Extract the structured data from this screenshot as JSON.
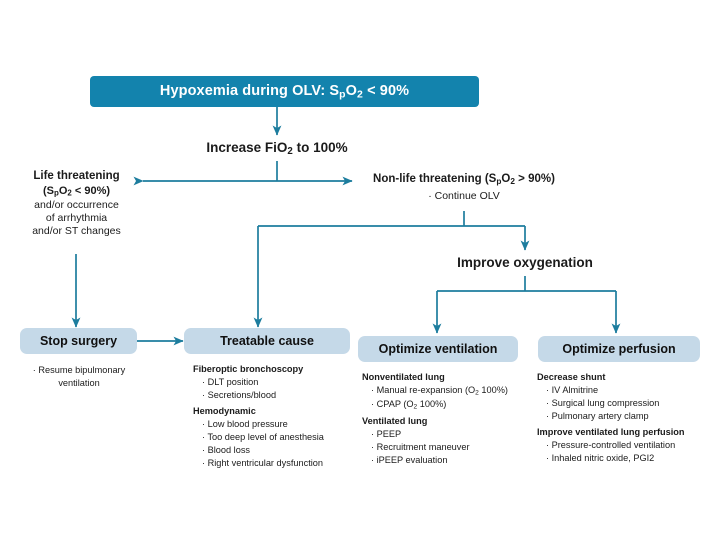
{
  "diagram": {
    "title": "Hypoxemia during OLV management algorithm",
    "colors": {
      "header_fill": "#1383ad",
      "pill_fill": "#c5d9e8",
      "connector": "#1d7d9e",
      "text": "#1b1b1b",
      "header_text": "#ffffff"
    },
    "header": {
      "label": "Hypoxemia during OLV:  SpO2 < 90%",
      "parts": {
        "lead": "Hypoxemia during OLV:  S",
        "sub1": "p",
        "mid": "O",
        "sub2": "2",
        "tail": " < 90%"
      }
    },
    "step_increase_fio2": {
      "parts": {
        "lead": "Increase FiO",
        "sub": "2",
        "tail": " to 100%"
      }
    },
    "branch_left": {
      "title": "Life threatening",
      "subtitle_parts": {
        "lead": "(S",
        "sub1": "p",
        "mid": "O",
        "sub2": "2",
        "tail": " < 90%)"
      },
      "lines": [
        "and/or occurrence",
        "of arrhythmia",
        "and/or ST changes"
      ]
    },
    "branch_right": {
      "title_parts": {
        "lead": "Non-life threatening (S",
        "sub1": "p",
        "mid": "O",
        "sub2": "2",
        "tail": " > 90%)"
      },
      "items": [
        "· Continue OLV"
      ]
    },
    "step_improve_oxygenation": {
      "label": "Improve oxygenation"
    },
    "boxes": [
      {
        "id": "stop-surgery",
        "label": "Stop surgery",
        "centered": true,
        "groups": [
          {
            "heading": "",
            "items": [
              "· Resume bipulmonary",
              "ventilation"
            ]
          }
        ]
      },
      {
        "id": "treatable-cause",
        "label": "Treatable cause",
        "centered": false,
        "groups": [
          {
            "heading": "Fiberoptic bronchoscopy",
            "items": [
              "· DLT position",
              "· Secretions/blood"
            ]
          },
          {
            "heading": "Hemodynamic",
            "items": [
              "· Low blood pressure",
              "· Too deep level of anesthesia",
              "· Blood loss",
              "· Right ventricular dysfunction"
            ]
          }
        ]
      },
      {
        "id": "optimize-ventilation",
        "label": "Optimize ventilation",
        "centered": false,
        "groups": [
          {
            "heading": "Nonventilated lung",
            "items": [
              "· Manual re-expansion (O2 100%)",
              "· CPAP (O2 100%)"
            ]
          },
          {
            "heading": "Ventilated lung",
            "items": [
              "· PEEP",
              "· Recruitment maneuver",
              "· iPEEP evaluation"
            ]
          }
        ]
      },
      {
        "id": "optimize-perfusion",
        "label": "Optimize perfusion",
        "centered": false,
        "groups": [
          {
            "heading": "Decrease shunt",
            "items": [
              "· IV Almitrine",
              "· Surgical lung compression",
              "· Pulmonary artery clamp"
            ]
          },
          {
            "heading": "Improve ventilated lung perfusion",
            "items": [
              "· Pressure-controlled ventilation",
              "· Inhaled nitric oxide, PGI2"
            ]
          }
        ]
      }
    ]
  }
}
